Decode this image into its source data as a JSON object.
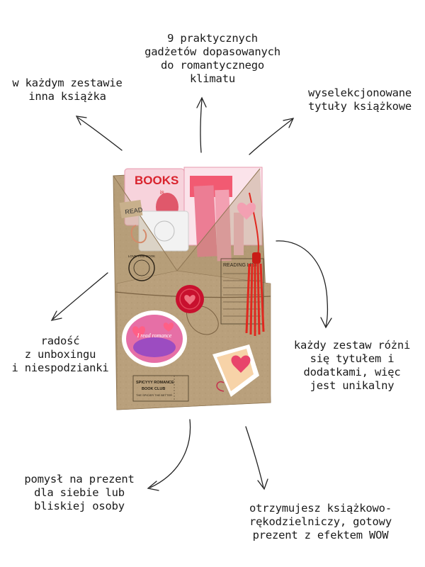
{
  "captions": {
    "top": "9 praktycznych\ngadżetów dopasowanych\ndo romantycznego\nklimatu",
    "left_top": "w każdym zestawie\ninna książka",
    "right_top": "wyselekcjonowane\ntytuły książkowe",
    "left_mid": "radość\nz unboxingu\ni niespodzianki",
    "right_mid": "każdy zestaw różni\nsię tytułem i\ndodatkami, więc\njest unikalny",
    "bottom_left": "pomysł na prezent\ndla siebie lub\nbliskiej osoby",
    "bottom_right": "otrzymujesz książkowo-\nrękodzielniczy, gotowy\nprezent z efektem WOW"
  },
  "package": {
    "books_card_text": "BOOKS",
    "books_card_sub": "is",
    "read_label": "READ",
    "reading_list_label": "READING LIST",
    "stamp_text": "LOVE TIME BOOK",
    "sticker_text": "I read romance",
    "ticket_line1": "SPICYYY ROMANCE",
    "ticket_line2": "BOOK CLUB",
    "ticket_line3": "THE SPICIER THE BETTER"
  },
  "colors": {
    "kraft": "#b9a07c",
    "kraft_dark": "#9c8360",
    "pink": "#f3a0b2",
    "red": "#d9232d",
    "tassel": "#e0281f"
  },
  "icons": {
    "arrow": "curved-arrow-icon",
    "wax_seal": "heart-wax-seal-icon"
  }
}
